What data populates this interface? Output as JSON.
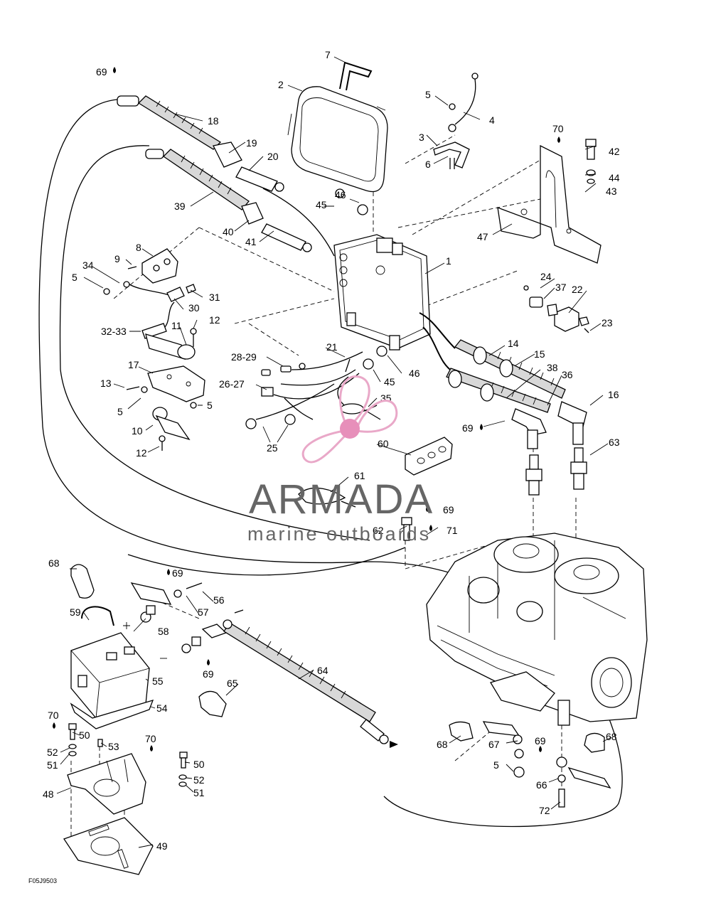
{
  "labels": [
    "1",
    "2",
    "3",
    "4",
    "5",
    "6",
    "7",
    "8",
    "9",
    "10",
    "11",
    "12",
    "13",
    "14",
    "15",
    "16",
    "17",
    "18",
    "19",
    "20",
    "21",
    "22",
    "23",
    "24",
    "25",
    "26-27",
    "28-29",
    "30",
    "31",
    "32-33",
    "34",
    "35",
    "36",
    "37",
    "38",
    "39",
    "40",
    "41",
    "42",
    "43",
    "44",
    "45",
    "46",
    "47",
    "48",
    "49",
    "50",
    "51",
    "52",
    "53",
    "54",
    "55",
    "56",
    "57",
    "58",
    "59",
    "60",
    "61",
    "62",
    "63",
    "64",
    "65",
    "66",
    "67",
    "68",
    "69",
    "70",
    "71",
    "72"
  ],
  "watermark": {
    "brand": "ARMADA",
    "tagline": "marine outboards"
  },
  "drawing_code": "F05J9503",
  "colors": {
    "line": "#000000",
    "watermark_pink": "#e9a8c8",
    "watermark_dot": "#e78fba",
    "watermark_text": "#666666"
  }
}
